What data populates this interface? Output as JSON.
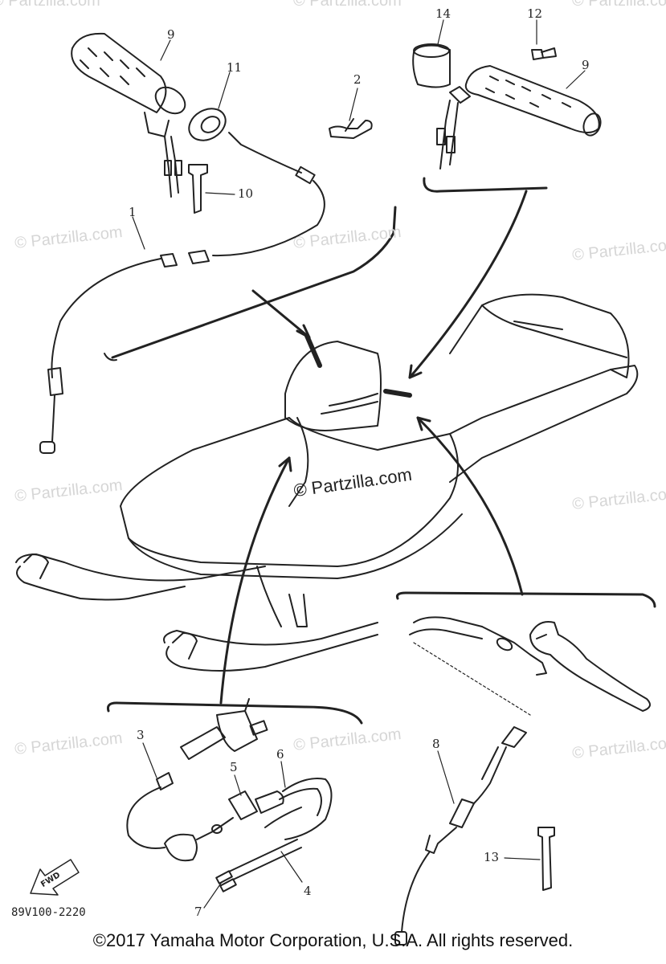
{
  "watermarks": {
    "brand": "© Partzilla.com",
    "center": "© Partzilla.com"
  },
  "callouts": [
    {
      "id": "c9a",
      "text": "9"
    },
    {
      "id": "c11",
      "text": "11"
    },
    {
      "id": "c10",
      "text": "10"
    },
    {
      "id": "c1",
      "text": "1"
    },
    {
      "id": "c2",
      "text": "2"
    },
    {
      "id": "c14",
      "text": "14"
    },
    {
      "id": "c12",
      "text": "12"
    },
    {
      "id": "c9b",
      "text": "9"
    },
    {
      "id": "c3",
      "text": "3"
    },
    {
      "id": "c6",
      "text": "6"
    },
    {
      "id": "c5",
      "text": "5"
    },
    {
      "id": "c4",
      "text": "4"
    },
    {
      "id": "c7",
      "text": "7"
    },
    {
      "id": "c8",
      "text": "8"
    },
    {
      "id": "c13",
      "text": "13"
    }
  ],
  "fwd_label": "FWD",
  "part_code": "89V100-2220",
  "copyright": "©2017 Yamaha Motor Corporation, U.S.A. All rights reserved.",
  "colors": {
    "line": "#222222",
    "watermark": "#d6d6d6",
    "background": "#ffffff"
  }
}
